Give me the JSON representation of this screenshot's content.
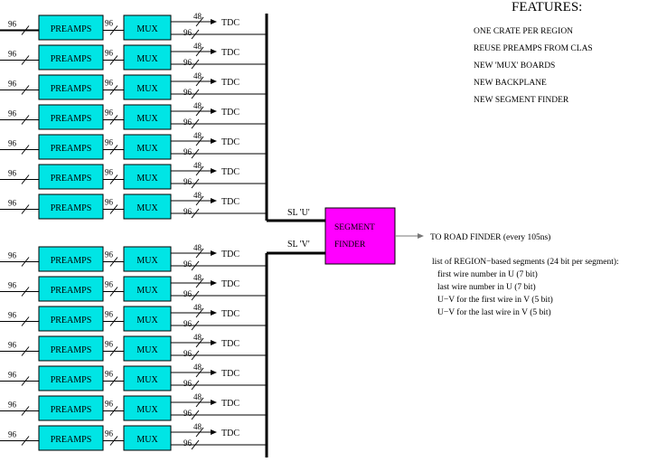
{
  "diagram": {
    "preamp_label": "PREAMPS",
    "mux_label": "MUX",
    "tdc_label": "TDC",
    "input_bus_label": "96",
    "preamp_out_label": "96",
    "mux_upper_label": "48",
    "mux_lower_label": "96",
    "superlayers": [
      {
        "label": "SL 'U'",
        "rows": 7
      },
      {
        "label": "SL 'V'",
        "rows": 7
      }
    ],
    "segment_finder_label": [
      "SEGMENT",
      "FINDER"
    ],
    "output_label": "TO ROAD FINDER (every 105ns)",
    "colors": {
      "box": "#00e5e5",
      "segment_finder": "#ff00ff",
      "line": "#000000",
      "arrow": "#777777"
    }
  },
  "features": {
    "title": "FEATURES:",
    "items": [
      "ONE CRATE PER REGION",
      "REUSE PREAMPS FROM CLAS",
      "NEW 'MUX' BOARDS",
      "NEW BACKPLANE",
      "NEW SEGMENT FINDER"
    ]
  },
  "segments": {
    "heading": "list of REGION−based segments (24 bit per segment):",
    "items": [
      "first wire number in U (7 bit)",
      "last wire number in U (7 bit)",
      "U−V for the first wire in V (5 bit)",
      "U−V for the last wire in V (5 bit)"
    ]
  }
}
